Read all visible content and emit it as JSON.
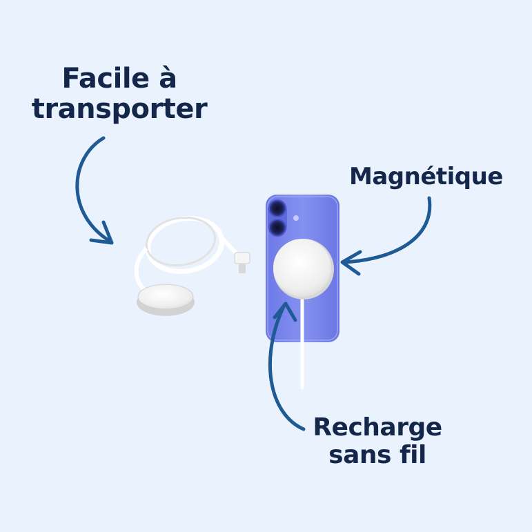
{
  "labels": {
    "portable_line1": "Facile à",
    "portable_line2": "transporter",
    "magnetic": "Magnétique",
    "wireless_line1": "Recharge",
    "wireless_line2": "sans fil"
  },
  "colors": {
    "background": "#eaf3fd",
    "text": "#14264a",
    "arrow": "#1f5a94",
    "phone": "#7b86ea",
    "charger": "#eeeeee"
  },
  "icons": {
    "arrow": "curved-arrow-icon",
    "phone": "smartphone-back",
    "charger": "magsafe-charger"
  }
}
